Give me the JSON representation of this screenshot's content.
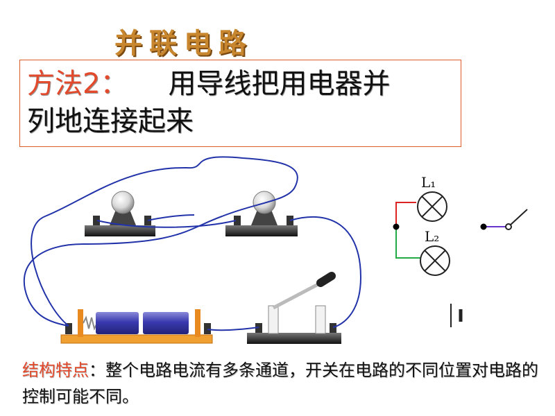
{
  "title": "并联电路",
  "method": {
    "label": "方法2：",
    "line1_text": "用导线把用电器并",
    "line2_text": "列地连接起来"
  },
  "schematic": {
    "lamp1_label": "L₁",
    "lamp2_label": "L₂"
  },
  "description": {
    "label": "结构特点",
    "text": "：整个电路电流有多条通道，开关在电路的不同位置对电路的控制可能不同。"
  },
  "colors": {
    "title": "#c8872e",
    "accent_red": "#e34a2c",
    "wire_blue": "#2233aa",
    "schematic_red": "#dd2222",
    "schematic_green": "#22aa44",
    "schematic_purple": "#6633cc"
  }
}
